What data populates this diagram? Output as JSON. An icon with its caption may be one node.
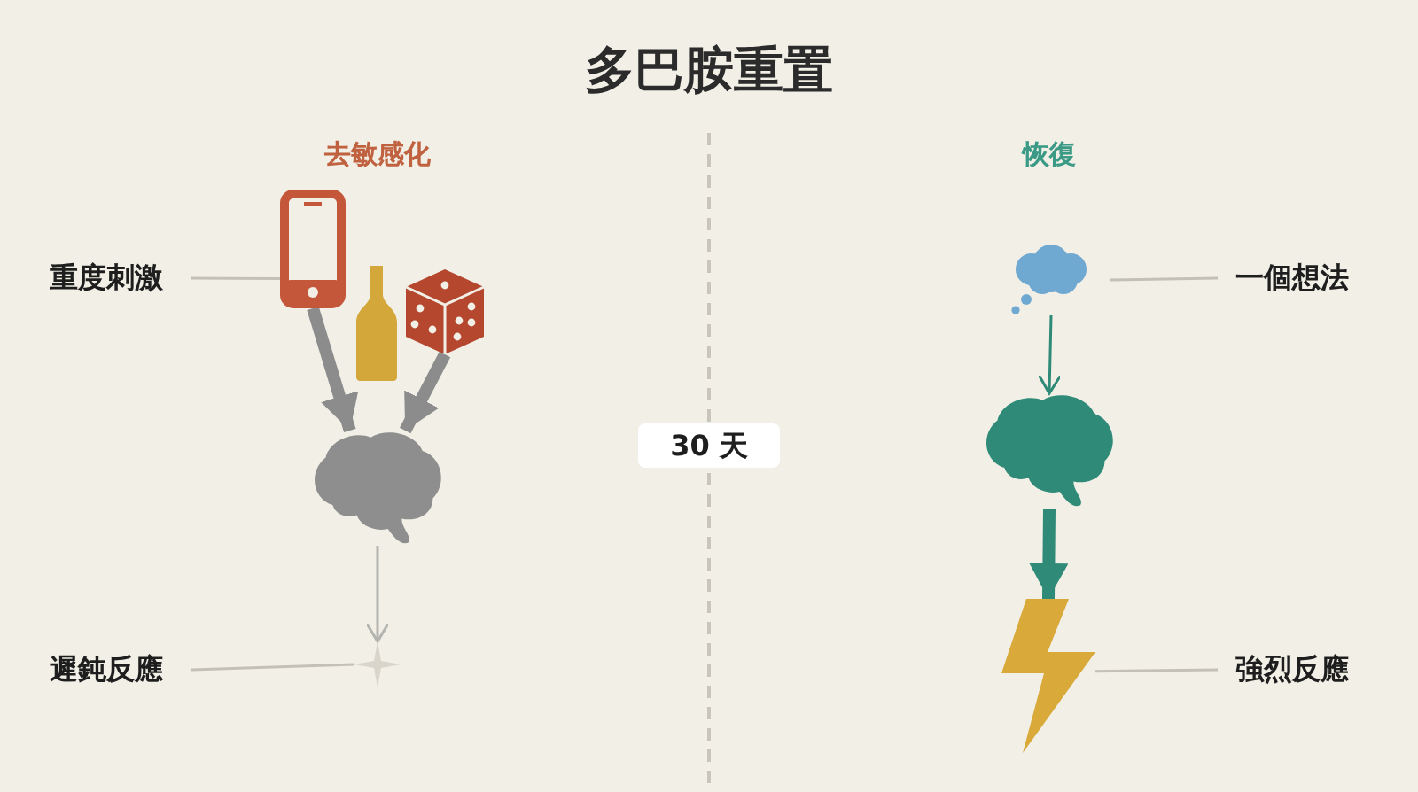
{
  "diagram": {
    "title": "多巴胺重置",
    "nodes": [
      {
        "text": [
          "重度刺激"
        ]
      },
      {
        "text": [],
        "shape": "phone"
      },
      {
        "text": [],
        "shape": "bottle"
      },
      {
        "text": [],
        "shape": "dice"
      },
      {
        "text": [],
        "shape": "brain"
      },
      {
        "text": [],
        "shape": "star"
      },
      {
        "text": [
          "遲鈍反應"
        ]
      },
      {
        "text": [
          "30 天"
        ]
      },
      {
        "text": [],
        "shape": "cloud"
      },
      {
        "text": [
          "一個想法"
        ]
      },
      {
        "text": [],
        "shape": "brain"
      },
      {
        "text": [],
        "shape": "lightning"
      },
      {
        "text": [
          "強烈反應"
        ]
      }
    ],
    "edges": [
      {
        "from": 0,
        "to": 1,
        "arrow": "none",
        "color": "#c4c0b6"
      },
      {
        "from": 1,
        "to": 4,
        "arrow": "to",
        "style": "thick",
        "color": "#8c8c8c"
      },
      {
        "from": 3,
        "to": 4,
        "arrow": "to",
        "style": "thick",
        "color": "#8c8c8c"
      },
      {
        "from": 4,
        "to": 5,
        "arrow": "to",
        "color": "#b5b5b0"
      },
      {
        "from": 6,
        "to": 5,
        "arrow": "none",
        "color": "#c4c0b6"
      },
      {
        "from": 8,
        "to": 10,
        "arrow": "to",
        "color": "#2f8a78"
      },
      {
        "from": 9,
        "to": 8,
        "arrow": "none",
        "color": "#c4c0b6"
      },
      {
        "from": 10,
        "to": 11,
        "arrow": "to",
        "style": "thick",
        "color": "#2f8a78"
      },
      {
        "from": 12,
        "to": 11,
        "arrow": "none",
        "color": "#c4c0b6"
      }
    ],
    "labels": [
      "去敏感化",
      "恢復"
    ]
  }
}
